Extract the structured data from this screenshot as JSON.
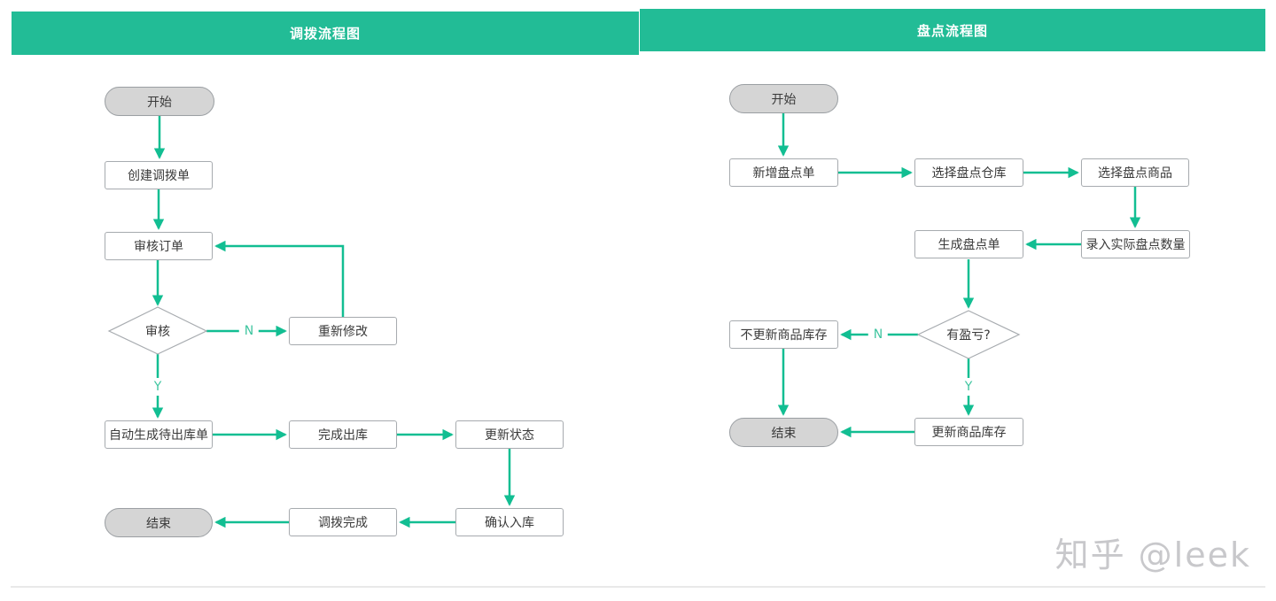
{
  "colors": {
    "header_bg": "#22BC96",
    "arrow": "#12BE92",
    "node_border": "#A8ACB0",
    "terminal_fill": "#D5D5D5",
    "node_text": "#3A3A3A",
    "edge_label_green": "#3FC5A0",
    "watermark_gray": "#C8C8CB"
  },
  "left_chart": {
    "title": "调拨流程图",
    "nodes": {
      "start": "开始",
      "create": "创建调拨单",
      "review_order": "审核订单",
      "review": "审核",
      "modify": "重新修改",
      "auto_generate": "自动生成待出库单",
      "complete_outbound": "完成出库",
      "update_status": "更新状态",
      "confirm_inbound": "确认入库",
      "transfer_complete": "调拨完成",
      "end": "结束"
    },
    "edge_labels": {
      "no": "N",
      "yes": "Y"
    }
  },
  "right_chart": {
    "title": "盘点流程图",
    "nodes": {
      "start": "开始",
      "add_order": "新增盘点单",
      "select_warehouse": "选择盘点仓库",
      "select_goods": "选择盘点商品",
      "enter_actual_qty": "录入实际盘点数量",
      "generate_order": "生成盘点单",
      "has_profit_loss": "有盈亏?",
      "skip_update_stock": "不更新商品库存",
      "update_stock": "更新商品库存",
      "end": "结束"
    },
    "edge_labels": {
      "no": "N",
      "yes": "Y"
    }
  },
  "watermark": {
    "text": "知乎 @leek"
  }
}
